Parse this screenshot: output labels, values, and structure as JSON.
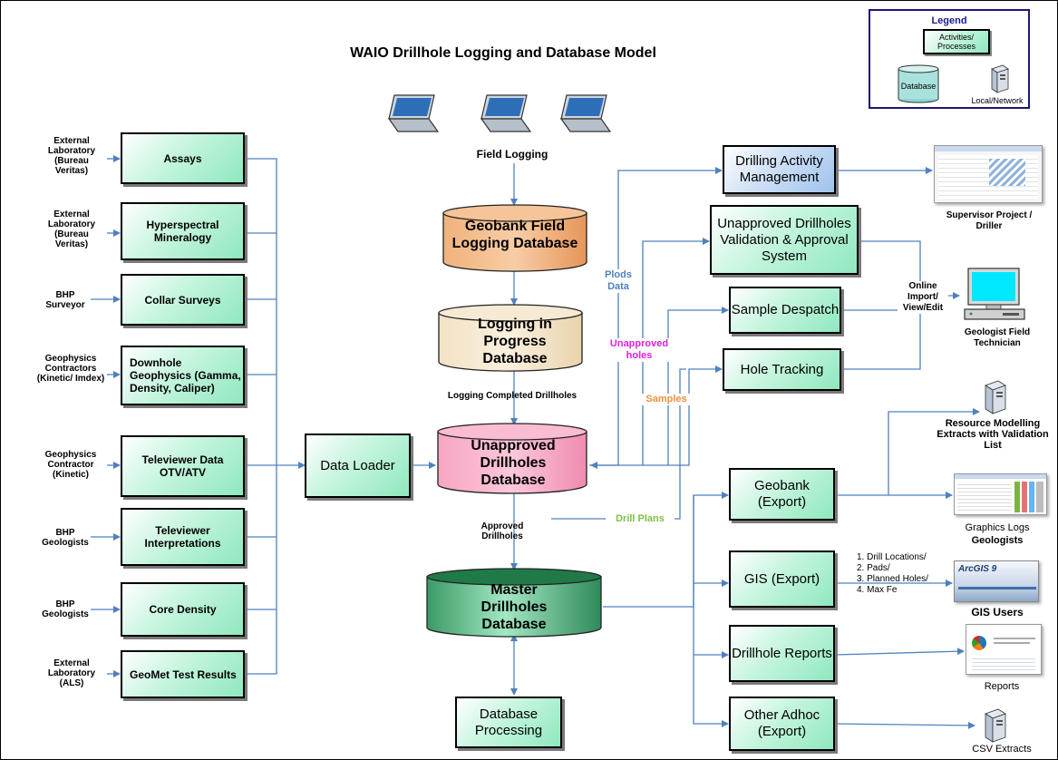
{
  "title": "WAIO Drillhole Logging and Database Model",
  "legend": {
    "title": "Legend",
    "activities": "Activities/ Processes",
    "database": "Database",
    "local": "Local/Network"
  },
  "field_logging": "Field Logging",
  "databases": {
    "geobank_field": "Geobank Field Logging Database",
    "logging_progress": "Logging in Progress Database",
    "unapproved": "Unapproved Drillholes Database",
    "master": "Master Drillholes Database"
  },
  "flow_labels": {
    "logging_completed": "Logging Completed Drillholes",
    "approved": "Approved Drillholes",
    "plods": "Plods Data",
    "unapproved_holes": "Unapproved holes",
    "samples": "Samples",
    "drill_plans": "Drill Plans",
    "online": "Online Import/ View/Edit"
  },
  "sources": [
    {
      "source": "External Laboratory (Bureau Veritas)",
      "process": "Assays"
    },
    {
      "source": "External Laboratory (Bureau Veritas)",
      "process": "Hyperspectral Mineralogy"
    },
    {
      "source": "BHP Surveyor",
      "process": "Collar Surveys"
    },
    {
      "source": "Geophysics Contractors (Kinetic/ Imdex)",
      "process": "Downhole Geophysics (Gamma, Density, Caliper)"
    },
    {
      "source": "Geophysics Contractor (Kinetic)",
      "process": "Televiewer Data OTV/ATV"
    },
    {
      "source": "BHP Geologists",
      "process": "Televiewer Interpretations"
    },
    {
      "source": "BHP Geologists",
      "process": "Core Density"
    },
    {
      "source": "External Laboratory (ALS)",
      "process": "GeoMet Test Results"
    }
  ],
  "data_loader": "Data Loader",
  "database_processing": "Database Processing",
  "right_processes": {
    "drilling_activity": "Drilling Activity Management",
    "unapproved_validation": "Unapproved Drillholes Validation & Approval System",
    "sample_despatch": "Sample Despatch",
    "hole_tracking": "Hole Tracking"
  },
  "exports": {
    "geobank": "Geobank (Export)",
    "gis": "GIS (Export)",
    "drillhole_reports": "Drillhole Reports",
    "other_adhoc": "Other Adhoc (Export)"
  },
  "outputs": {
    "supervisor": "Supervisor Project / Driller",
    "geologist": "Geologist Field Technician",
    "resource_modelling": "Resource Modelling Extracts with Validation List",
    "graphics_logs_1": "Graphics Logs",
    "graphics_logs_2": "Geologists",
    "gis_users": "GIS Users",
    "reports": "Reports",
    "csv_extracts": "CSV Extracts",
    "arcgis": "ArcGIS 9"
  },
  "gis_list": [
    "1. Drill Locations/",
    "2. Pads/",
    "3. Planned Holes/",
    "4. Max Fe"
  ],
  "colors": {
    "arrow": "#4f81bd",
    "plods": "#4f81bd",
    "unapproved_holes": "#e020e0",
    "samples": "#f0903c",
    "drill_plans": "#7dc242"
  }
}
